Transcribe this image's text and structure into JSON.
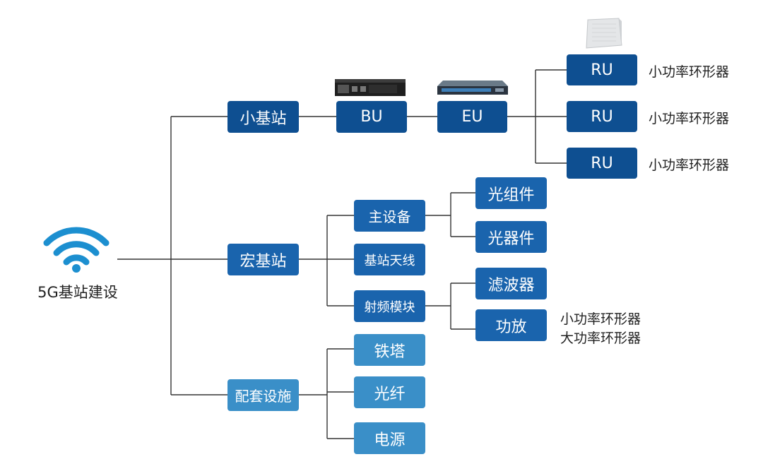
{
  "root": {
    "label": "5G基站建设",
    "icon": "wifi-icon",
    "color": "#1c8fd0"
  },
  "colors": {
    "dark": "#0e4f91",
    "mid": "#1a64ad",
    "light": "#3a8fc8",
    "line": "#333333"
  },
  "small_cell": {
    "label": "小基站",
    "bu": "BU",
    "eu": "EU",
    "ru": [
      {
        "label": "RU",
        "component": "小功率环形器"
      },
      {
        "label": "RU",
        "component": "小功率环形器"
      },
      {
        "label": "RU",
        "component": "小功率环形器"
      }
    ]
  },
  "macro_cell": {
    "label": "宏基站",
    "main_equipment": {
      "label": "主设备",
      "children": [
        "光组件",
        "光器件"
      ]
    },
    "antenna": "基站天线",
    "rf_module": {
      "label": "射频模块",
      "filter": "滤波器",
      "amplifier": "功放",
      "amplifier_components": [
        "小功率环形器",
        "大功率环形器"
      ]
    }
  },
  "facilities": {
    "label": "配套设施",
    "children": [
      "铁塔",
      "光纤",
      "电源"
    ]
  }
}
